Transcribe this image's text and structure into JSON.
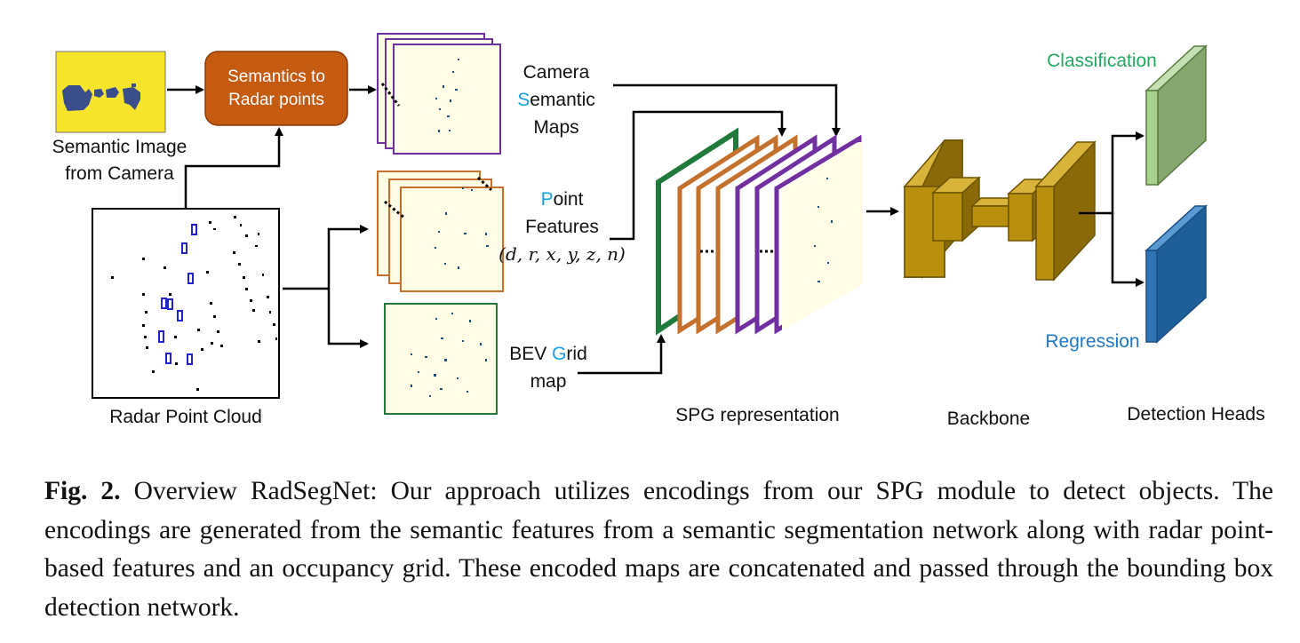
{
  "nodes": {
    "semantic_image_label": "Semantic Image from Camera",
    "semantic_image_line1": "Semantic Image",
    "semantic_image_line2": "from Camera",
    "semantics_box_line1": "Semantics to",
    "semantics_box_line2": "Radar points",
    "camera_maps_line1": "Camera",
    "camera_maps_line2_hi": "S",
    "camera_maps_line2_rest": "emantic",
    "camera_maps_line3": "Maps",
    "point_features_line1_hi": "P",
    "point_features_line1_rest": "oint",
    "point_features_line2": "Features",
    "point_features_params": "(d, r, x, y, z, n)",
    "bev_line1_a": "BEV ",
    "bev_line1_hi": "G",
    "bev_line1_rest": "rid",
    "bev_line2": "map",
    "radar_point_cloud": "Radar Point Cloud",
    "spg_representation": "SPG representation",
    "backbone": "Backbone",
    "detection_heads": "Detection Heads",
    "classification": "Classification",
    "regression": "Regression"
  },
  "colors": {
    "semantic_bg": "#f7e52b",
    "semantic_shape": "#3b4e8c",
    "semantics_box": "#c55a11",
    "map_fill": "#fffde6",
    "purple": "#7030a0",
    "orange": "#c5712e",
    "green": "#1f7a3c",
    "backbone": "#b8900e",
    "cls_head": "#a9d18e",
    "reg_head": "#2e75b6"
  },
  "caption": {
    "label": "Fig. 2.",
    "text": "Overview RadSegNet: Our approach utilizes encodings from our SPG module to detect objects. The encodings are generated from the semantic features from a semantic segmentation network along with radar point-based features and an occupancy grid. These encoded maps are concatenated and passed through the bounding box detection network."
  }
}
